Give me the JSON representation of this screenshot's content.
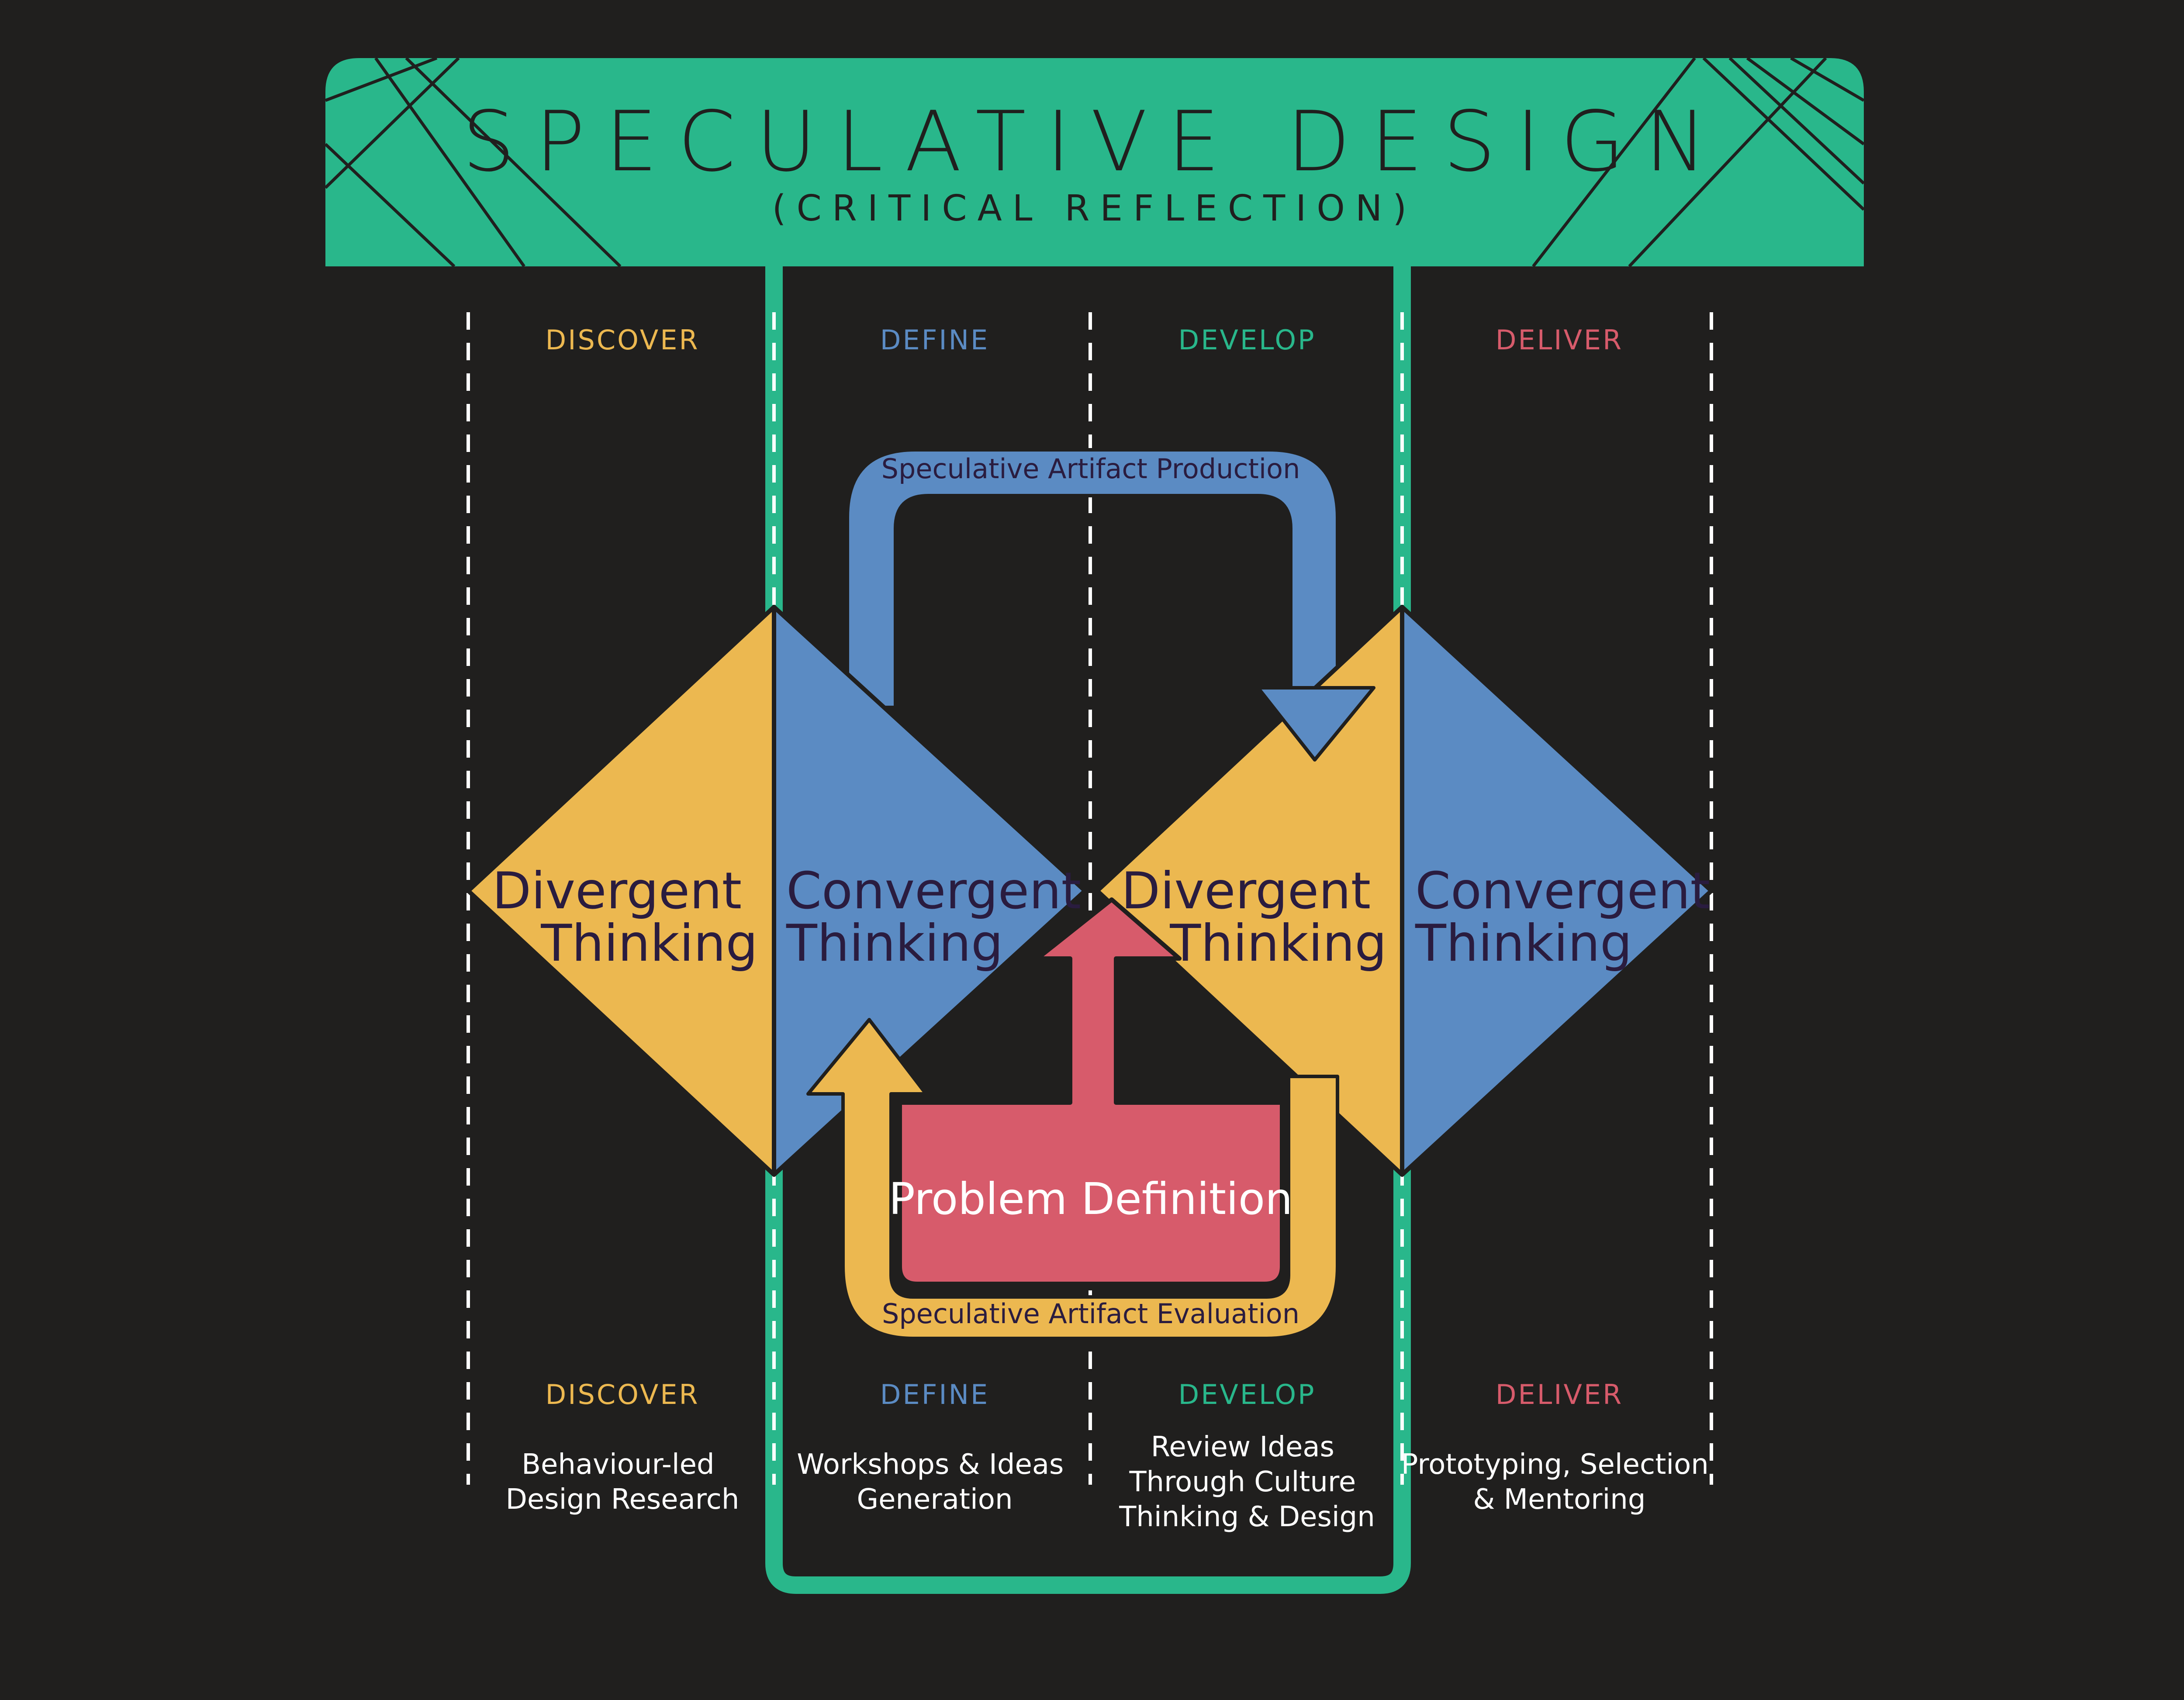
{
  "banner": {
    "title": "SPECULATIVE DESIGN",
    "subtitle": "(CRITICAL REFLECTION)"
  },
  "colors": {
    "background": "#201f1e",
    "green": "#29b78b",
    "yellow": "#ecb850",
    "blue": "#5b8bc3",
    "red": "#d75b6b",
    "dark_text": "#2a1c3f"
  },
  "phases_top": [
    {
      "label": "DISCOVER",
      "color": "#ecb850"
    },
    {
      "label": "DEFINE",
      "color": "#5b8bc3"
    },
    {
      "label": "DEVELOP",
      "color": "#29b78b"
    },
    {
      "label": "DELIVER",
      "color": "#d75b6b"
    }
  ],
  "phases_bottom": [
    {
      "label": "DISCOVER",
      "color": "#ecb850",
      "desc": [
        "Behaviour-led",
        "Design Research"
      ]
    },
    {
      "label": "DEFINE",
      "color": "#5b8bc3",
      "desc": [
        "Workshops & Ideas",
        "Generation"
      ]
    },
    {
      "label": "DEVELOP",
      "color": "#29b78b",
      "desc": [
        "Review Ideas",
        "Through Culture",
        "Thinking & Design"
      ]
    },
    {
      "label": "DELIVER",
      "color": "#d75b6b",
      "desc": [
        "Prototyping, Selection",
        "& Mentoring"
      ]
    }
  ],
  "diamonds": {
    "d1_left": [
      "Divergent",
      "Thinking"
    ],
    "d1_right": [
      "Convergent",
      "Thinking"
    ],
    "d2_left": [
      "Divergent",
      "Thinking"
    ],
    "d2_right": [
      "Convergent",
      "Thinking"
    ]
  },
  "loops": {
    "top": "Speculative Artifact Production",
    "bottom": "Speculative Artifact Evaluation"
  },
  "problem_definition": "Problem Definition"
}
